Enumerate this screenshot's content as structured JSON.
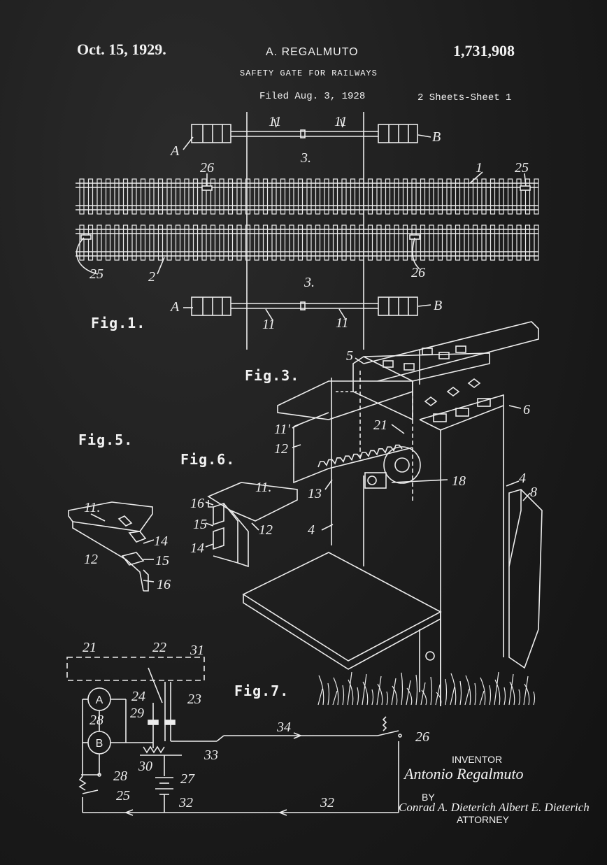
{
  "header": {
    "date": "Oct. 15, 1929.",
    "inventor": "A. REGALMUTO",
    "patent_number": "1,731,908",
    "title": "SAFETY GATE FOR RAILWAYS",
    "filed": "Filed Aug. 3, 1928",
    "sheets": "2 Sheets-Sheet 1"
  },
  "figures": {
    "fig1": "Fig.1.",
    "fig3": "Fig.3.",
    "fig5": "Fig.5.",
    "fig6": "Fig.6.",
    "fig7": "Fig.7."
  },
  "labels": {
    "l11a": "11",
    "l11b": "11",
    "l3a": "3.",
    "lA1": "A",
    "lB1": "B",
    "l26a": "26",
    "l1": "1",
    "l25a": "25",
    "l25b": "25",
    "l2": "2",
    "l26b": "26",
    "l3b": "3.",
    "lA2": "A",
    "lB2": "B",
    "l11c": "11",
    "l11d": "11",
    "l5": "5",
    "l6": "6",
    "l21a": "21",
    "l11e": "11'",
    "l12a": "12",
    "l13": "13",
    "l18": "18",
    "l4a": "4",
    "l8": "8",
    "l4b": "4",
    "l11f": "11.",
    "l14a": "14",
    "l12b": "12",
    "l15a": "15",
    "l16a": "16",
    "l11g": "11.",
    "l16b": "16",
    "l15b": "15",
    "l12c": "12",
    "l14b": "14",
    "l21b": "21",
    "l22": "22",
    "l31": "31",
    "l24": "24",
    "l23": "23",
    "l28a": "28",
    "l29": "29",
    "l34": "34",
    "l26c": "26",
    "l33": "33",
    "l30": "30",
    "l27": "27",
    "l28b": "28",
    "l25c": "25",
    "l32a": "32",
    "l32b": "32",
    "meterA": "A",
    "meterB": "B"
  },
  "signatures": {
    "inventor_heading": "INVENTOR",
    "inventor_name": "Antonio Regalmuto",
    "by": "BY",
    "attorney_name": "Conrad A. Dieterich Albert E. Dieterich",
    "attorney_heading": "ATTORNEY"
  },
  "colors": {
    "background": "#1b1b1b",
    "ink": "#f2f2f2"
  }
}
